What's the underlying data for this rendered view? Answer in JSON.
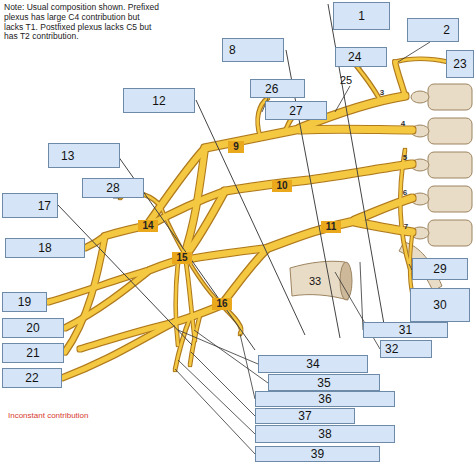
{
  "diagram": {
    "nodes": [
      {
        "text": [
          "1"
        ]
      },
      {
        "text": [
          "2"
        ]
      },
      {
        "text": [
          "8"
        ]
      },
      {
        "text": [
          "24"
        ]
      },
      {
        "text": [
          "23"
        ]
      },
      {
        "text": [
          "26"
        ]
      },
      {
        "text": [
          "12"
        ]
      },
      {
        "text": [
          "27"
        ]
      },
      {
        "text": [
          "13"
        ]
      },
      {
        "text": [
          "28"
        ]
      },
      {
        "text": [
          "17"
        ]
      },
      {
        "text": [
          "18"
        ]
      },
      {
        "text": [
          "29"
        ]
      },
      {
        "text": [
          "19"
        ]
      },
      {
        "text": [
          "30"
        ]
      },
      {
        "text": [
          "20"
        ]
      },
      {
        "text": [
          "31"
        ]
      },
      {
        "text": [
          "21"
        ]
      },
      {
        "text": [
          "32"
        ]
      },
      {
        "text": [
          "34"
        ]
      },
      {
        "text": [
          "22"
        ]
      },
      {
        "text": [
          "35"
        ]
      },
      {
        "text": [
          "36"
        ]
      },
      {
        "text": [
          "37"
        ]
      },
      {
        "text": [
          "38"
        ]
      },
      {
        "text": [
          "39"
        ]
      }
    ],
    "labels": [
      "Note: Usual composition shown. Prefixed plexus has large C4 contribution but lacks T1. Postfixed plexus lacks C5 but has T2 contribution.",
      "9",
      "10",
      "11",
      "14",
      "15",
      "16",
      "25",
      "33",
      "3",
      "4",
      "5",
      "6",
      "7",
      "Inconstant contribution"
    ]
  }
}
